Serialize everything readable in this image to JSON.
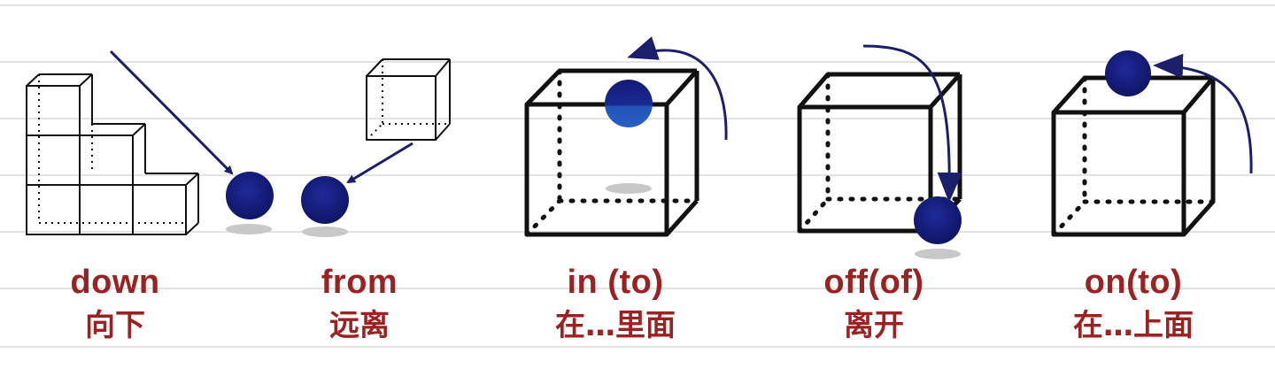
{
  "panels": [
    {
      "id": "down",
      "english": "down",
      "chinese": "向下"
    },
    {
      "id": "from",
      "english": "from",
      "chinese": "远离"
    },
    {
      "id": "in",
      "english": "in (to)",
      "chinese": "在…里面"
    },
    {
      "id": "off",
      "english": "off(of)",
      "chinese": "离开"
    },
    {
      "id": "on",
      "english": "on(to)",
      "chinese": "在…上面"
    }
  ],
  "colors": {
    "label_red": "#9b2222",
    "ball_navy": "#141a7a",
    "arrow_navy": "#1b1f6b",
    "shadow_gray": "#c8c8c8",
    "ruled_line": "#e3e3e6",
    "cube_stroke": "#111111"
  }
}
